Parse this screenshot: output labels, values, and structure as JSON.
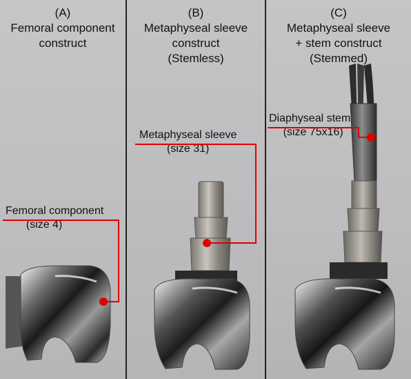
{
  "panels": [
    {
      "letter": "(A)",
      "title_lines": [
        "Femoral component",
        "construct"
      ]
    },
    {
      "letter": "(B)",
      "title_lines": [
        "Metaphyseal sleeve",
        "construct",
        "(Stemless)"
      ]
    },
    {
      "letter": "(C)",
      "title_lines": [
        "Metaphyseal sleeve",
        "+ stem construct",
        "(Stemmed)"
      ]
    }
  ],
  "labels": {
    "femoral": {
      "name": "Femoral component",
      "size": "(size 4)"
    },
    "sleeve": {
      "name": "Metaphyseal sleeve",
      "size": "(size 31)"
    },
    "stem": {
      "name": "Diaphyseal stem",
      "size": "(size 75x16)"
    }
  },
  "colors": {
    "callout": "#e00000",
    "background": "#bebec0",
    "divider": "#222222"
  }
}
